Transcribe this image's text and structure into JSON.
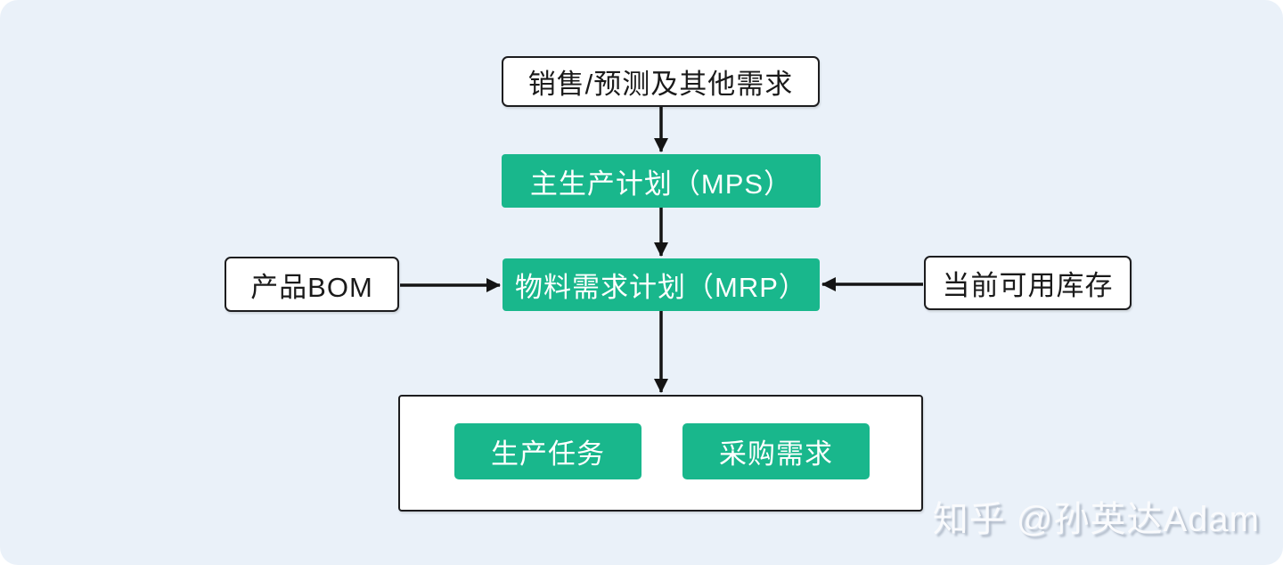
{
  "diagram": {
    "nodes": {
      "demand": {
        "label": "销售/预测及其他需求"
      },
      "mps": {
        "label": "主生产计划（MPS）"
      },
      "bom": {
        "label": "产品BOM"
      },
      "mrp": {
        "label": "物料需求计划（MRP）"
      },
      "inventory": {
        "label": "当前可用库存"
      },
      "production_task": {
        "label": "生产任务"
      },
      "purchase_demand": {
        "label": "采购需求"
      }
    },
    "edges": [
      {
        "from": "demand",
        "to": "mps"
      },
      {
        "from": "mps",
        "to": "mrp"
      },
      {
        "from": "bom",
        "to": "mrp"
      },
      {
        "from": "inventory",
        "to": "mrp"
      },
      {
        "from": "mrp",
        "to": "outputs"
      }
    ],
    "colors": {
      "node_green": "#19b78c",
      "canvas_background": "#eaf1f9",
      "node_border": "#1d1d1f",
      "arrow_stroke": "#141414",
      "node_text_on_green": "#ffffff",
      "node_text_on_white": "#1a1a1a"
    }
  },
  "watermark": {
    "text": "知乎 @孙英达Adam"
  }
}
